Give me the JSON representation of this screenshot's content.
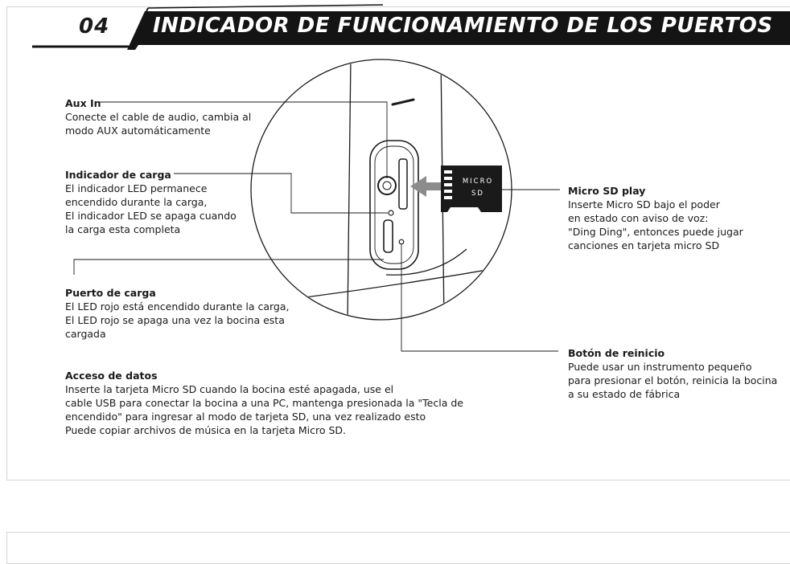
{
  "header": {
    "number": "04",
    "title": "INDICADOR DE FUNCIONAMIENTO DE LOS PUERTOS"
  },
  "sd_card": {
    "label_line1": "MICRO",
    "label_line2": "SD"
  },
  "callouts": {
    "aux_in": {
      "title": "Aux In",
      "text": "Conecte el cable de audio, cambia al\nmodo AUX automáticamente"
    },
    "charge_indicator": {
      "title": "Indicador de carga",
      "text": "El indicador LED permanece\nencendido durante la carga,\nEl indicador LED se apaga cuando\nla carga esta completa"
    },
    "charge_port": {
      "title": "Puerto de carga",
      "text": "El LED rojo está encendido durante la carga,\nEl LED rojo se apaga una vez la bocina esta\ncargada"
    },
    "data_access": {
      "title": "Acceso de datos",
      "text": "Inserte la tarjeta Micro SD cuando la bocina esté apagada, use el\ncable USB para conectar la bocina a una PC, mantenga presionada la \"Tecla de\nencendido\" para ingresar al modo de tarjeta SD, una vez realizado esto\nPuede copiar archivos de música en la tarjeta Micro SD."
    },
    "micro_sd_play": {
      "title": "Micro SD play",
      "text": "Inserte Micro SD bajo el poder\nen estado con aviso de voz:\n\"Ding Ding\", entonces puede jugar\ncanciones en tarjeta micro SD"
    },
    "reset_button": {
      "title": "Botón de reinicio",
      "text": "Puede usar un instrumento pequeño\npara presionar el botón, reinicia la bocina\na su estado de fábrica"
    }
  },
  "colors": {
    "banner": "#141414",
    "ink": "#1a1a1a",
    "arrow": "#8c8c8c",
    "frame": "#d4d4d4"
  }
}
